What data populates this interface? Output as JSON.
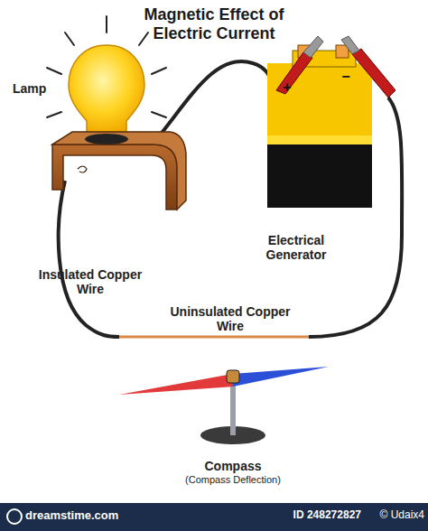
{
  "diagram": {
    "title": "Magnetic Effect of Electric Current",
    "labels": [
      "Lamp",
      "Electrical Generator",
      "+",
      "−",
      "Insulated Copper Wire",
      "Uninsulated Copper Wire",
      "Compass",
      "(Compass Deflection)",
      "dreamstime.com",
      "ID 248272827",
      "© Udaix4"
    ]
  }
}
